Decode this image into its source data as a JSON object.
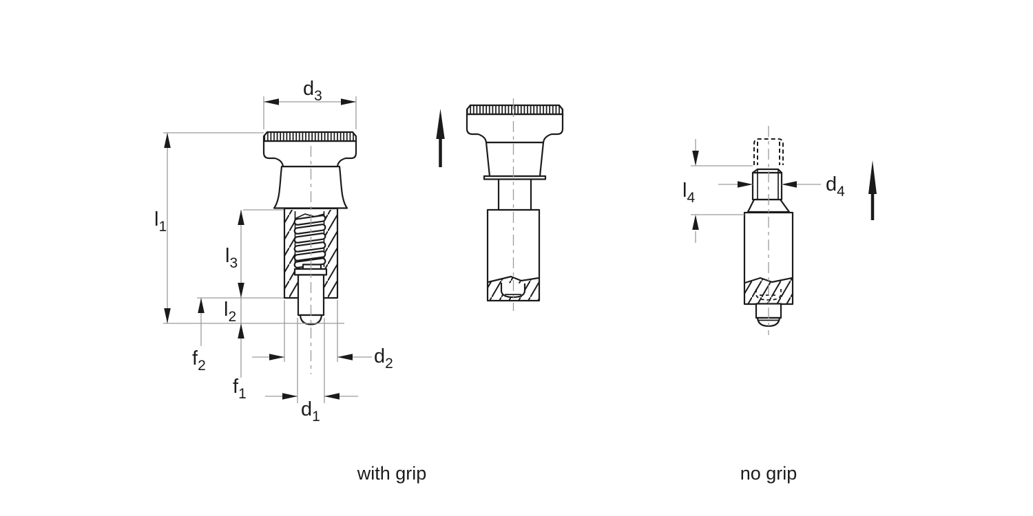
{
  "captions": {
    "with_grip": "with grip",
    "no_grip": "no grip"
  },
  "dims": {
    "d3": {
      "base": "d",
      "sub": "3"
    },
    "l1": {
      "base": "l",
      "sub": "1"
    },
    "l3": {
      "base": "l",
      "sub": "3"
    },
    "l2": {
      "base": "l",
      "sub": "2"
    },
    "f2": {
      "base": "f",
      "sub": "2"
    },
    "f1": {
      "base": "f",
      "sub": "1"
    },
    "d2": {
      "base": "d",
      "sub": "2"
    },
    "d1": {
      "base": "d",
      "sub": "1"
    },
    "l4": {
      "base": "l",
      "sub": "4"
    },
    "d4": {
      "base": "d",
      "sub": "4"
    }
  },
  "icons": {
    "up_arrow": "↑"
  },
  "colors": {
    "outline": "#1b1b1b",
    "thin_line": "#9a9a9a",
    "text": "#1b1b1b",
    "background": "#ffffff"
  }
}
